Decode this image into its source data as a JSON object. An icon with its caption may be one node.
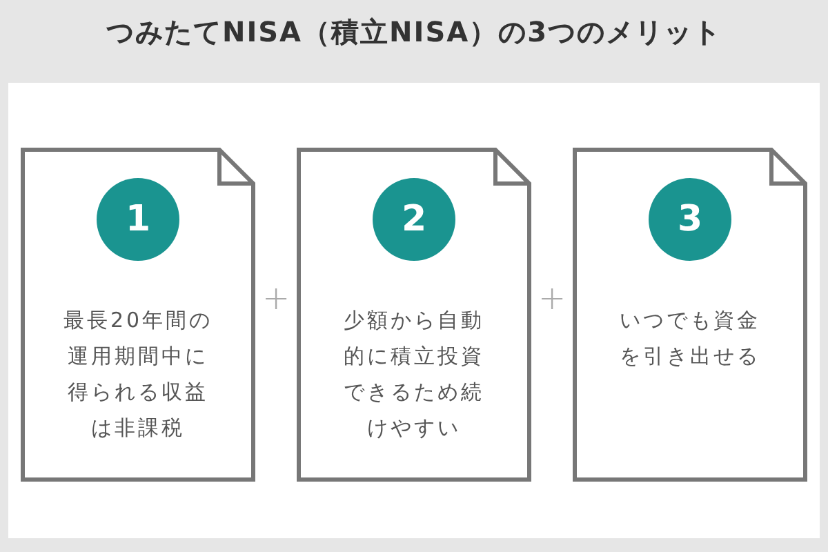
{
  "diagram": {
    "title": "つみたてNISA（積立NISA）の3つのメリット",
    "nodes": [
      {
        "text": [
          "1",
          "最長20年間の運用期間中に得られる収益は非課税"
        ]
      },
      {
        "text": [
          "2",
          "少額から自動的に積立投資できるため続けやすい"
        ]
      },
      {
        "text": [
          "3",
          "いつでも資金を引き出せる"
        ]
      }
    ],
    "labels": [
      "+",
      "+"
    ]
  }
}
